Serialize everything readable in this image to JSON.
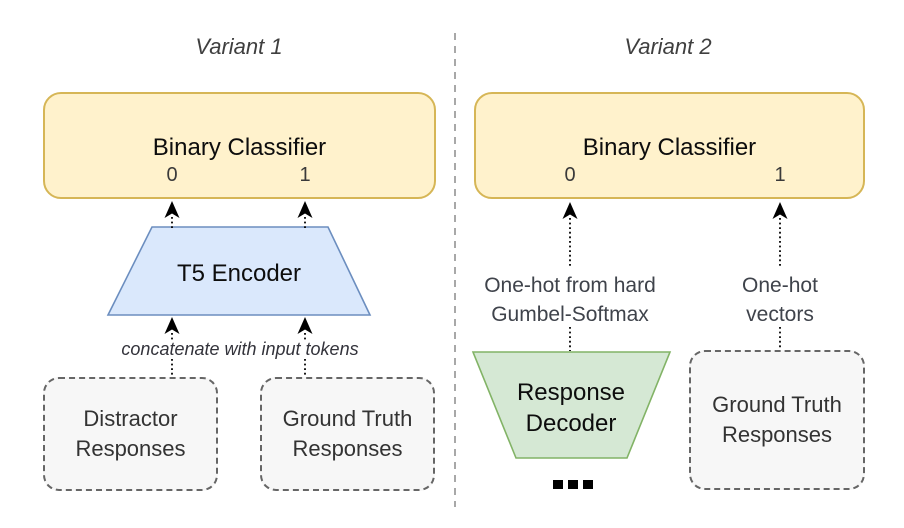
{
  "diagram": {
    "variant1": {
      "title": "Variant 1",
      "classifier": {
        "label": "Binary Classifier",
        "output0": "0",
        "output1": "1"
      },
      "encoder": {
        "label": "T5 Encoder"
      },
      "concat_note": "concatenate with input tokens",
      "distractor_box": {
        "label": "Distractor\nResponses"
      },
      "ground_truth_box": {
        "label": "Ground Truth\nResponses"
      }
    },
    "variant2": {
      "title": "Variant 2",
      "classifier": {
        "label": "Binary Classifier",
        "output0": "0",
        "output1": "1"
      },
      "gumbel_note": "One-hot from hard\nGumbel-Softmax",
      "onehot_note": "One-hot\nvectors",
      "decoder": {
        "label": "Response\nDecoder"
      },
      "ellipsis": "...",
      "ground_truth_box": {
        "label": "Ground Truth\nResponses"
      }
    },
    "colors": {
      "classifier_fill": "#FFF2CC",
      "classifier_stroke": "#D6B656",
      "encoder_fill": "#DAE8FC",
      "encoder_stroke": "#6C8EBF",
      "decoder_fill": "#D5E8D4",
      "decoder_stroke": "#82B366",
      "dashed_box_fill": "#F7F7F7",
      "dashed_box_stroke": "#666666",
      "separator": "#A8A8A8",
      "arrow": "#000000"
    }
  }
}
